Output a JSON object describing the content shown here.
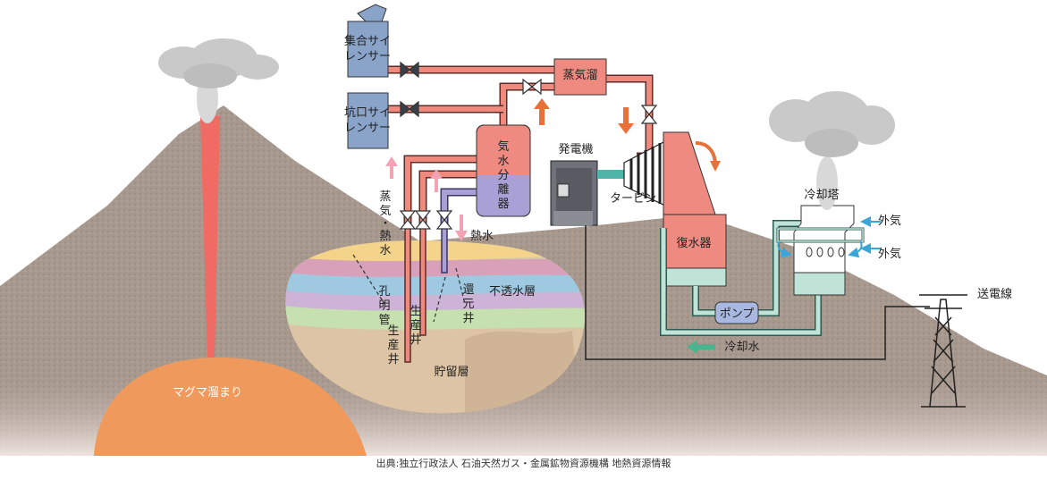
{
  "labels": {
    "magma": "マグマ溜まり",
    "reservoir": "貯留層",
    "caprock": "不透水層",
    "separator": [
      "気",
      "水",
      "分",
      "離",
      "器"
    ],
    "steam_header": "蒸気溜",
    "generator": "発電機",
    "turbine": "タービン",
    "condenser": "復水器",
    "cooling_tower": "冷却塔",
    "pump": "ポンプ",
    "cooling_water": "冷却水",
    "outside_air_1": "外気",
    "outside_air_2": "外気",
    "transmission": "送電線",
    "hot_water": "熱水",
    "steam_hot_water": [
      "蒸",
      "気",
      "・",
      "熱",
      "水"
    ],
    "borehole": [
      "孔",
      "明",
      "管"
    ],
    "production_well_1": [
      "生",
      "産",
      "井"
    ],
    "production_well_2": [
      "生",
      "産",
      "井"
    ],
    "reinjection_well": [
      "還",
      "元",
      "井"
    ],
    "silencer_1": [
      "集合サイ",
      "レンサー"
    ],
    "silencer_2": [
      "坑口サイ",
      "レンサー"
    ]
  },
  "source": "出典:独立行政法人 石油天然ガス・金属鉱物資源機構 地熱資源情報",
  "colors": {
    "pipe_steam": "#f08a7e",
    "pipe_outline": "#5a2c2a",
    "separator_top": "#ef8a80",
    "separator_bottom": "#a9a0d6",
    "silencer": "#8aa3c9",
    "ground": "#a8998f",
    "magma": "#ef9a5c",
    "cooling_water": "#bfe3d6",
    "arrow_up": "#f3a3b3",
    "arrow_orange": "#e8713a",
    "arrow_blue": "#3aa6d8",
    "arrow_green": "#49b48e"
  }
}
